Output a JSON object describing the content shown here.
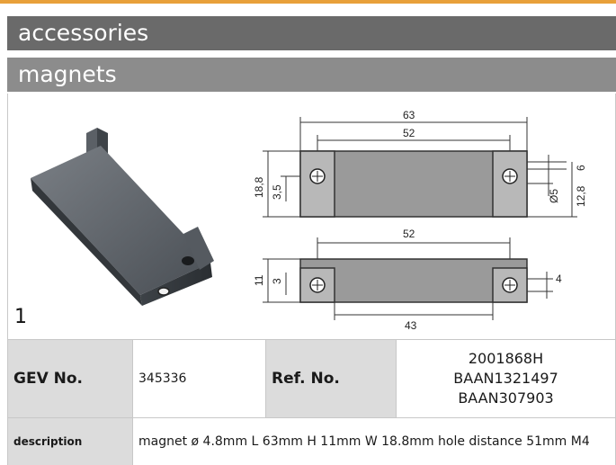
{
  "header": {
    "section": "accessories",
    "subsection": "magnets"
  },
  "figure": {
    "number": "1",
    "dimensions": {
      "top_overall": "63",
      "top_holes": "52",
      "height_total": "18,8",
      "height_hole": "3,5",
      "right_offset": "6",
      "hole_diameter": "Ø5",
      "right_height": "12,8",
      "side_holes": "52",
      "side_height": "11",
      "side_hole_height": "3",
      "side_right": "4",
      "side_bottom": "43"
    }
  },
  "specs": {
    "gev_label": "GEV No.",
    "gev_value": "345336",
    "ref_label": "Ref. No.",
    "ref_values": [
      "2001868H",
      "BAAN1321497",
      "BAAN307903"
    ],
    "description_label": "description",
    "description_value": "magnet  ø 4.8mm L 63mm H 11mm W 18.8mm hole distance 51mm M4"
  },
  "colors": {
    "accent_rule": "#e8a03a",
    "band_dark": "#6a6a6a",
    "band_light": "#8c8c8c",
    "label_bg": "#dcdcdc"
  }
}
